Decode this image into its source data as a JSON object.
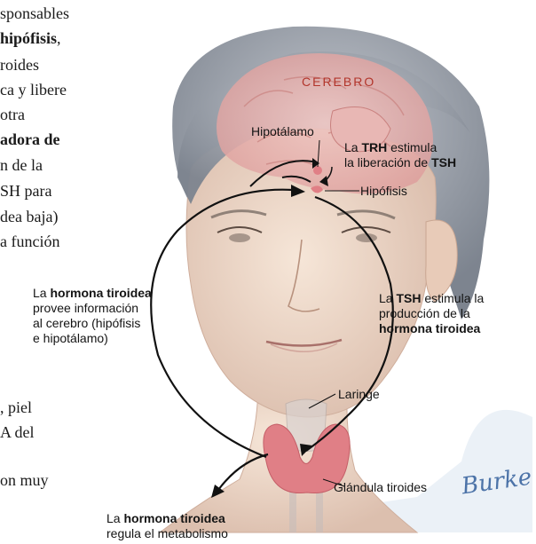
{
  "article": {
    "lines": [
      {
        "pre": "",
        "bold": "",
        "post": "sponsables"
      },
      {
        "pre": "",
        "bold": "hipófisis",
        "post": ","
      },
      {
        "pre": "",
        "bold": "",
        "post": "roides"
      },
      {
        "pre": "",
        "bold": "",
        "post": "ca y libere"
      },
      {
        "pre": "",
        "bold": "",
        "post": " otra"
      },
      {
        "pre": "",
        "bold": "adora de",
        "post": ""
      },
      {
        "pre": "",
        "bold": "",
        "post": "n de la"
      },
      {
        "pre": "",
        "bold": "",
        "post": "SH para"
      },
      {
        "pre": "",
        "bold": "",
        "post": "dea baja)"
      },
      {
        "pre": "",
        "bold": "",
        "post": "a función"
      },
      {
        "pre": "",
        "bold": "",
        "post": ", piel"
      },
      {
        "pre": "",
        "bold": "",
        "post": "A del"
      },
      {
        "pre": "",
        "bold": "",
        "post": "on muy"
      }
    ]
  },
  "diagram": {
    "brain_label": "CEREBRO",
    "hipotalamo": "Hipotálamo",
    "hipofisis": "Hipófisis",
    "laringe": "Laringe",
    "tiroides": "Glándula tiroides",
    "trh": {
      "l1_pre": "La ",
      "l1_bold": "TRH",
      "l1_post": " estimula",
      "l2_pre": "la liberación de ",
      "l2_bold": "TSH"
    },
    "tsh": {
      "l1_pre": "La ",
      "l1_bold": "TSH",
      "l1_post": " estimula la",
      "l2": "producción de la",
      "l3_bold": "hormona tiroidea"
    },
    "feedback": {
      "l1_pre": "La ",
      "l1_bold": "hormona tiroidea",
      "l2": "provee información",
      "l3": "al cerebro (hipófisis",
      "l4": "e hipotálamo)"
    },
    "regula": {
      "l1_pre": "La ",
      "l1_bold": "hormona tiroidea",
      "l2": "regula el metabolismo"
    },
    "signature": "Burke"
  },
  "colors": {
    "skin": "#eed9c9",
    "hair": "#9aa0aa",
    "brain": "#e3a7a5",
    "brain_label": "#b2352b",
    "arrow": "#111111",
    "thyroid": "#e07f86",
    "signature": "#4c73a8"
  }
}
